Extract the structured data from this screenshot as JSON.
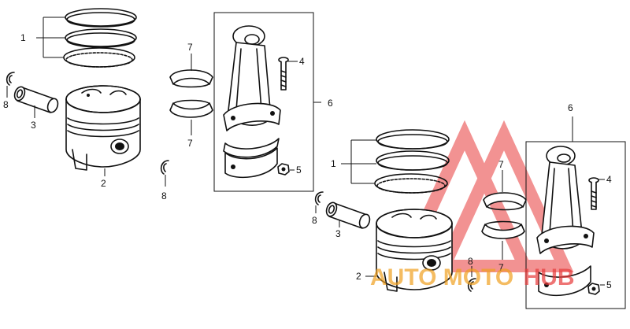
{
  "callouts": {
    "piston_rings": "1",
    "piston": "2",
    "piston_pin": "3",
    "rod_bolt": "4",
    "rod_nut": "5",
    "connecting_rod": "6",
    "bearing": "7",
    "pin_clip": "8"
  },
  "watermark": {
    "part1": "AUTO",
    "part2": "MOTO",
    "part3": "HUB",
    "color_primary": "#f0a020",
    "color_secondary": "#e83a3a"
  },
  "colors": {
    "line": "#111111",
    "background": "#ffffff"
  }
}
